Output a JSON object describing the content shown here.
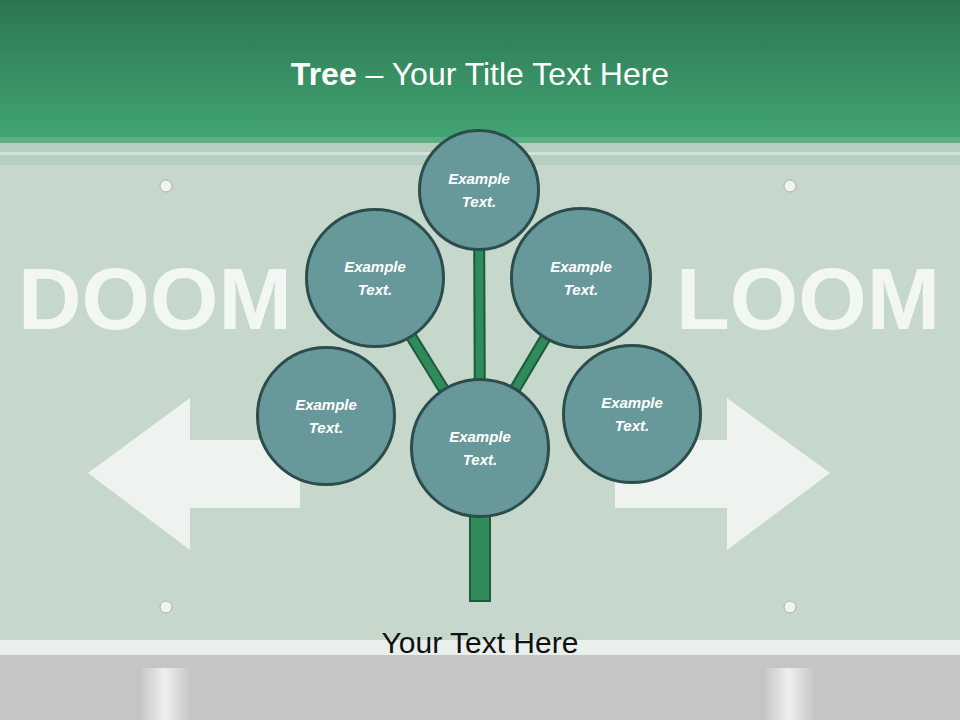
{
  "diagram": {
    "title": "Tree – Your Title Text Here",
    "caption": "Your Text Here",
    "nodes": [
      {
        "text": [
          "Example Text."
        ]
      },
      {
        "text": [
          "Example Text."
        ]
      },
      {
        "text": [
          "Example Text."
        ]
      },
      {
        "text": [
          "Example Text."
        ]
      },
      {
        "text": [
          "Example Text."
        ]
      },
      {
        "text": [
          "Example Text."
        ]
      }
    ],
    "edges": [
      {
        "from": 4,
        "to": 0,
        "arrow": "none"
      },
      {
        "from": 4,
        "to": 1,
        "arrow": "none"
      },
      {
        "from": 4,
        "to": 2,
        "arrow": "none"
      }
    ],
    "labels": [
      "DOOM",
      "LOOM"
    ]
  }
}
